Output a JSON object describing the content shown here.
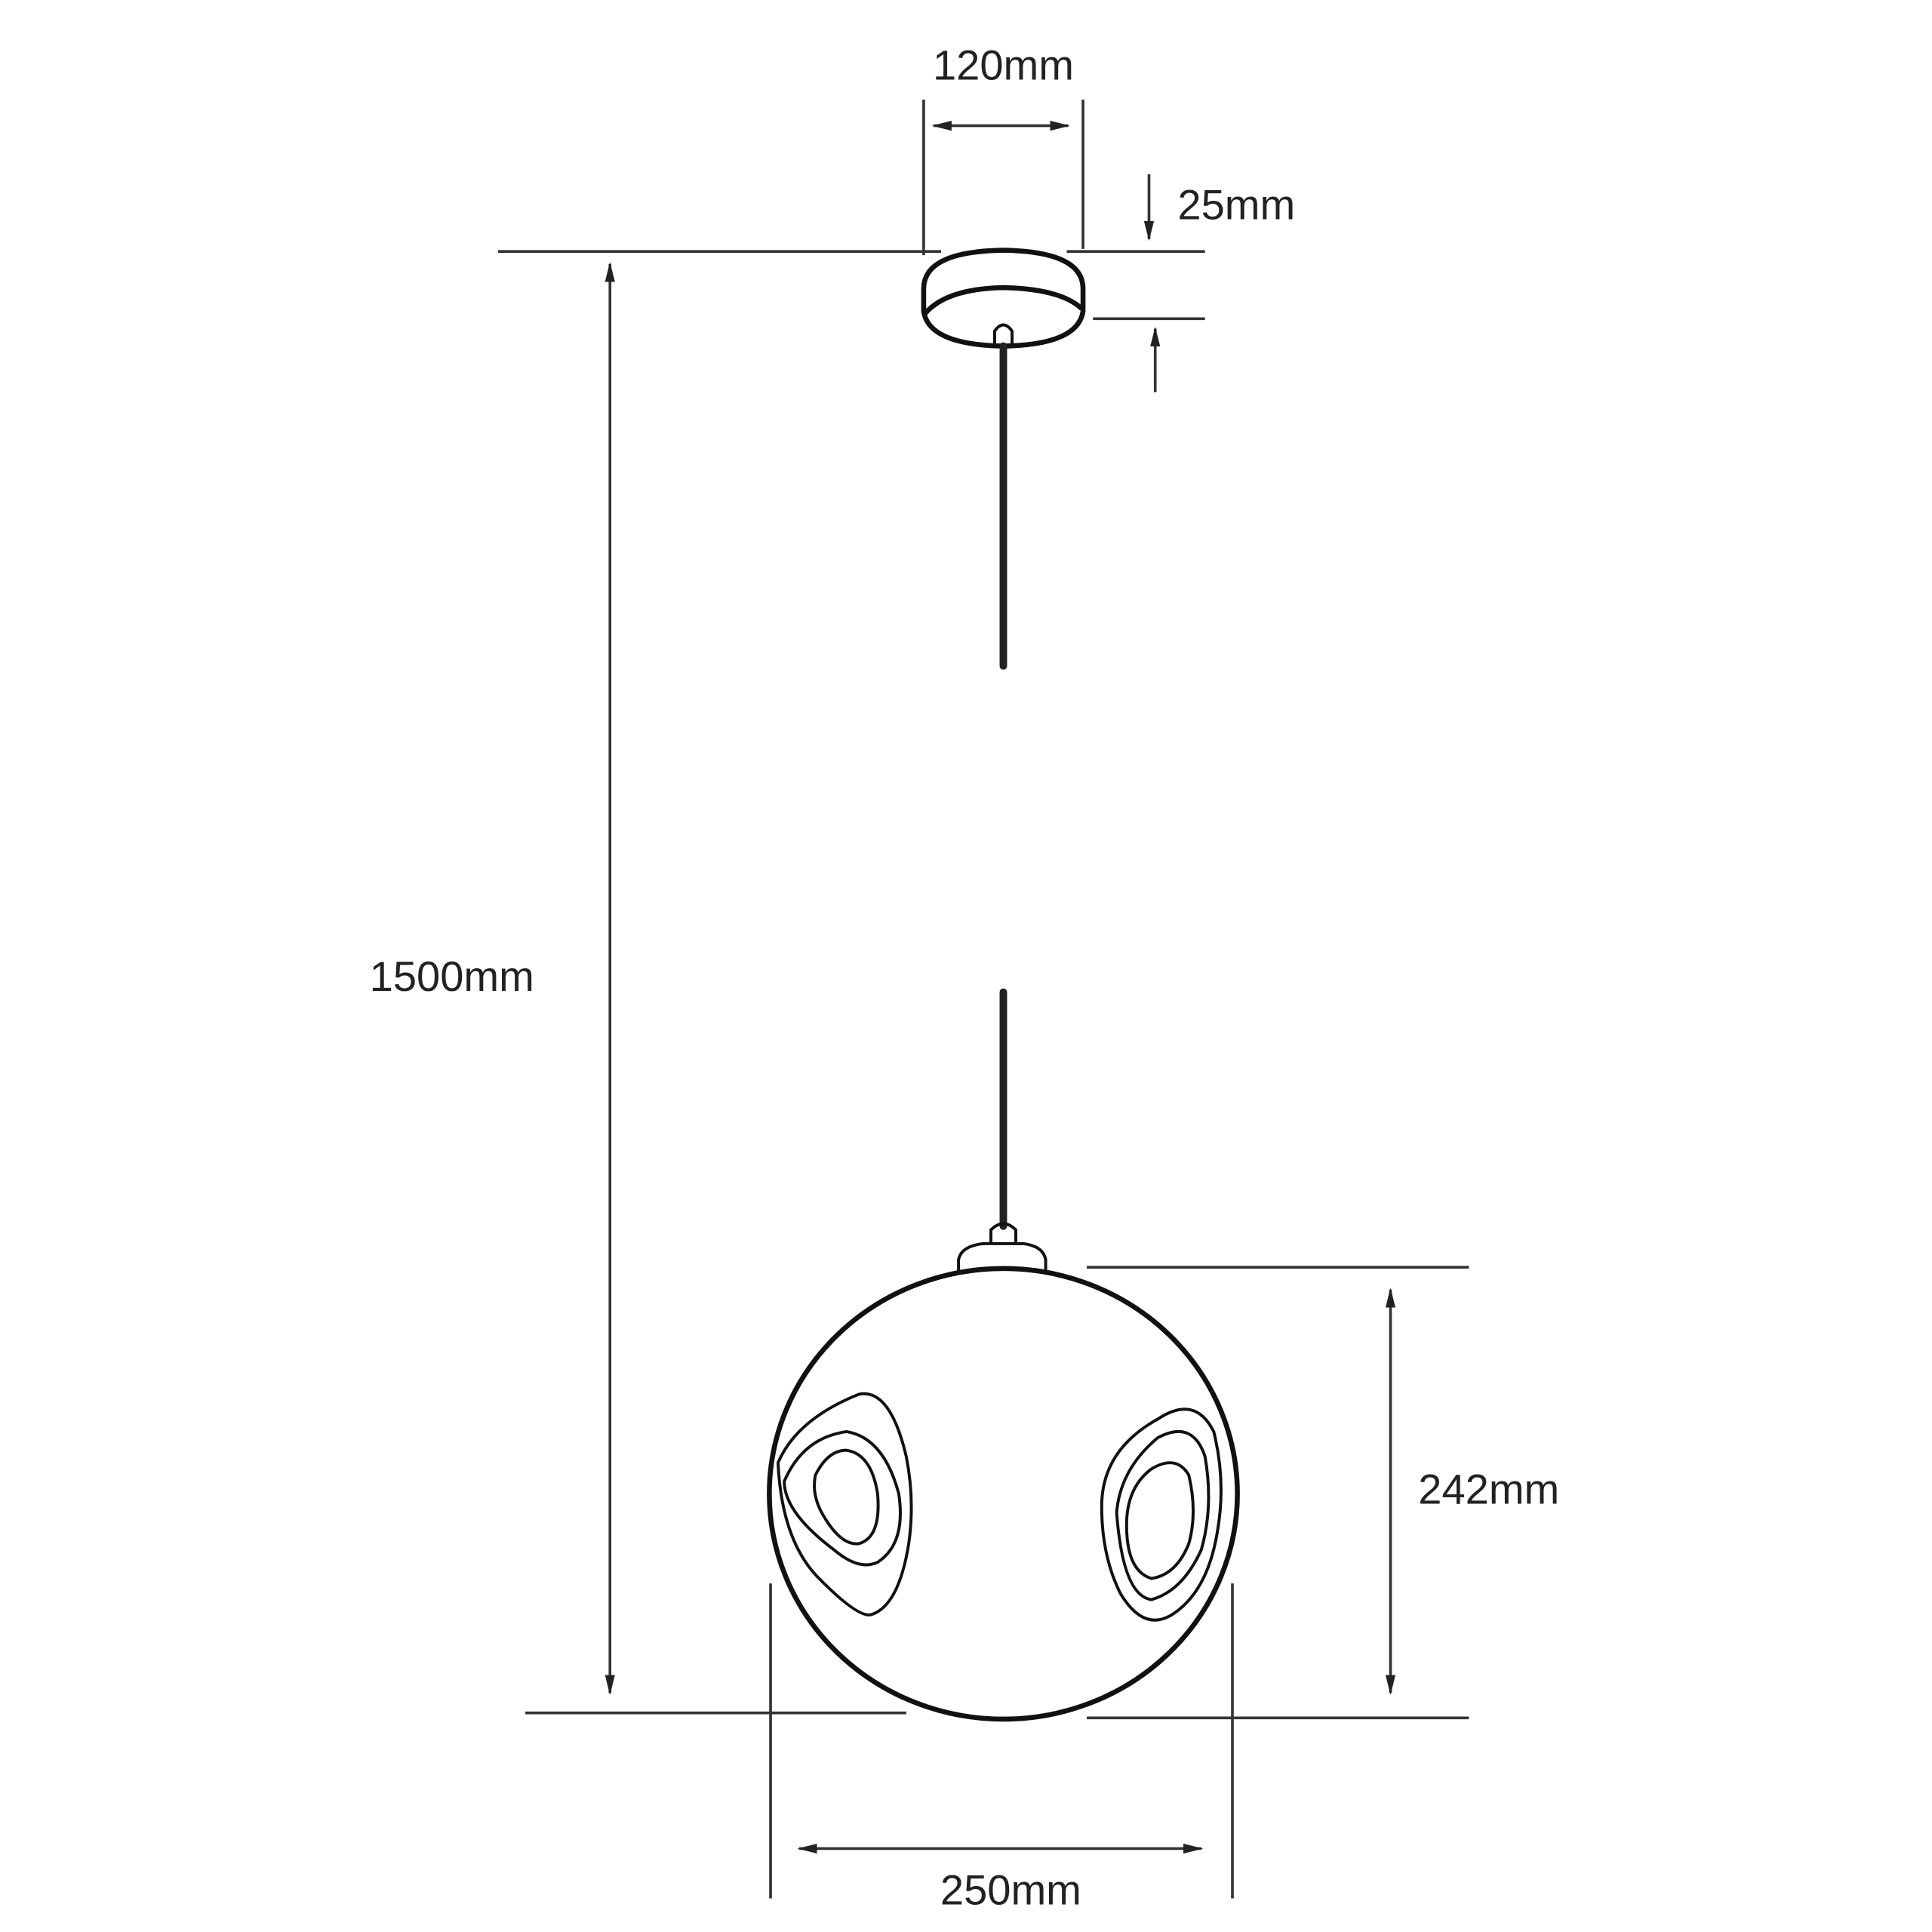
{
  "title": "Pendant light dimension drawing",
  "dimensions": {
    "canopy_width": "120mm",
    "canopy_height": "25mm",
    "overall_drop": "1500mm",
    "shade_height": "242mm",
    "shade_width": "250mm"
  },
  "colors": {
    "line": "#111111",
    "background": "#ffffff"
  }
}
